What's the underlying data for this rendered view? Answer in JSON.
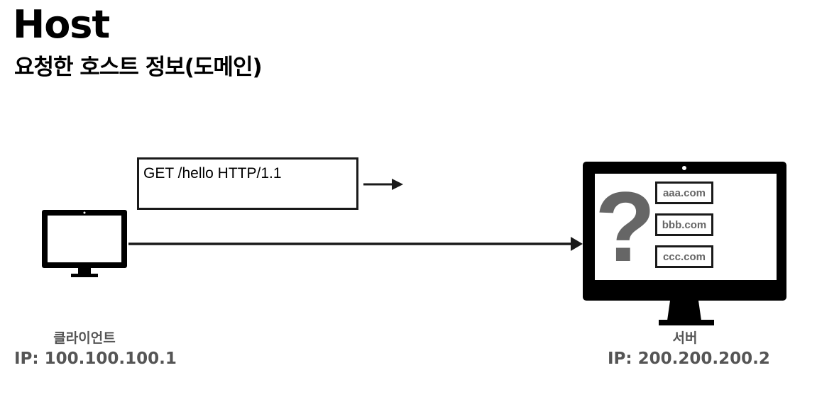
{
  "header": {
    "title": "Host",
    "subtitle": "요청한 호스트 정보(도메인)"
  },
  "request": {
    "line": "GET /hello HTTP/1.1"
  },
  "client": {
    "label": "클라이언트",
    "ip": "IP: 100.100.100.1"
  },
  "server": {
    "label": "서버",
    "ip": "IP: 200.200.200.2",
    "unknown_mark": "?",
    "domains": [
      "aaa.com",
      "bbb.com",
      "ccc.com"
    ]
  },
  "colors": {
    "stroke": "#1a1a1a",
    "caption": "#555555",
    "question_mark": "#666666"
  },
  "icons": [
    "client-monitor-icon",
    "server-monitor-icon",
    "arrow-right-icon"
  ]
}
